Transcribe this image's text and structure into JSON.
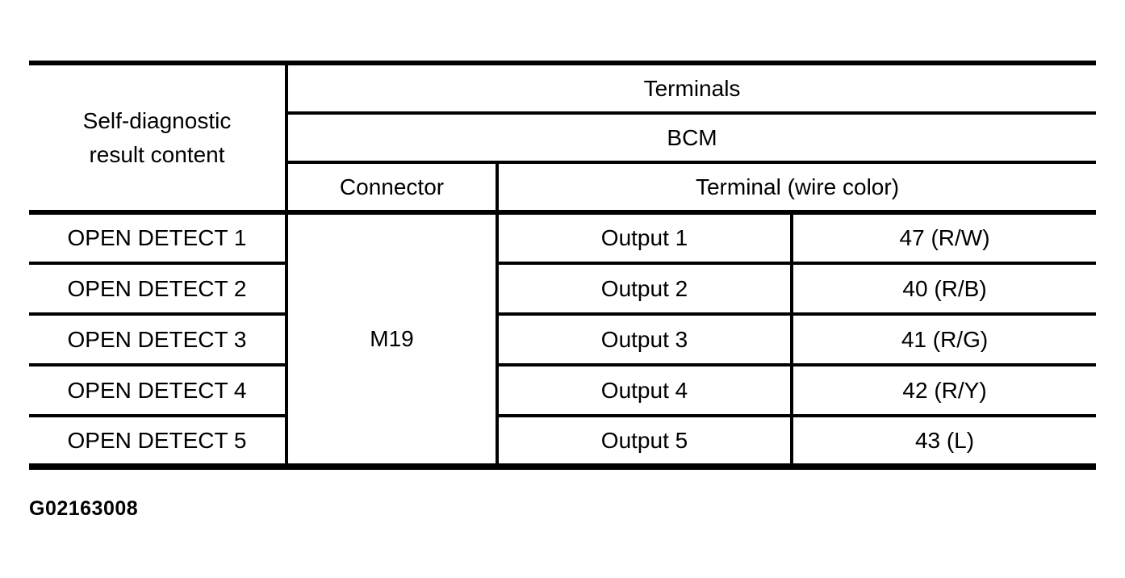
{
  "figure_id": "G02163008",
  "table": {
    "header": {
      "result_content_line1": "Self-diagnostic",
      "result_content_line2": "result content",
      "terminals": "Terminals",
      "bcm": "BCM",
      "connector": "Connector",
      "terminal_wire_color": "Terminal (wire color)"
    },
    "connector_value": "M19",
    "rows": [
      {
        "content": "OPEN DETECT 1",
        "output": "Output 1",
        "terminal": "47 (R/W)"
      },
      {
        "content": "OPEN DETECT 2",
        "output": "Output 2",
        "terminal": "40 (R/B)"
      },
      {
        "content": "OPEN DETECT 3",
        "output": "Output 3",
        "terminal": "41 (R/G)"
      },
      {
        "content": "OPEN DETECT 4",
        "output": "Output 4",
        "terminal": "42 (R/Y)"
      },
      {
        "content": "OPEN DETECT 5",
        "output": "Output 5",
        "terminal": "43 (L)"
      }
    ]
  },
  "colors": {
    "foreground": "#000000",
    "background": "#ffffff"
  }
}
